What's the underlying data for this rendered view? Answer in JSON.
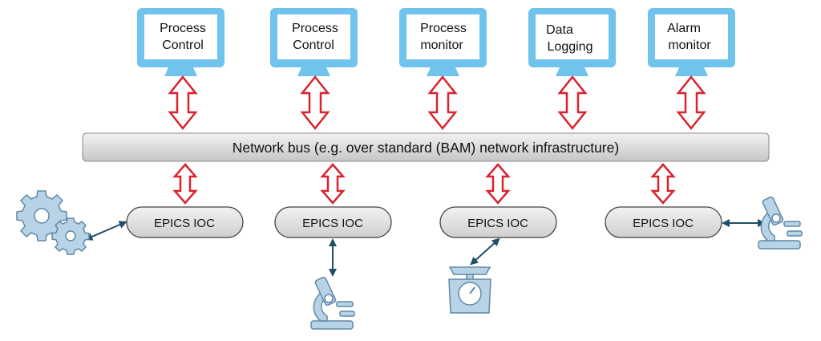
{
  "workstations": [
    {
      "line1": "Process",
      "line2": "Control"
    },
    {
      "line1": "Process",
      "line2": "Control"
    },
    {
      "line1": "Process",
      "line2": "monitor"
    },
    {
      "line1": "Data",
      "line2": "Logging"
    },
    {
      "line1": "Alarm",
      "line2": "monitor"
    }
  ],
  "network_bus": {
    "label": "Network bus (e.g. over standard (BAM) network infrastructure)"
  },
  "iocs": [
    {
      "label": "EPICS IOC",
      "device": "gears-icon"
    },
    {
      "label": "EPICS IOC",
      "device": "microscope-icon"
    },
    {
      "label": "EPICS IOC",
      "device": "scale-icon"
    },
    {
      "label": "EPICS IOC",
      "device": "microscope-icon"
    }
  ],
  "colors": {
    "monitor_frame": "#6fc3ec",
    "monitor_screen": "#ffffff",
    "arrow": "#d9232e",
    "bus_fill_top": "#f0f0f0",
    "bus_fill_bottom": "#c9c9c9",
    "connector": "#1f4e66",
    "device": "#b9d3e6",
    "device_stroke": "#5f8aa6"
  }
}
